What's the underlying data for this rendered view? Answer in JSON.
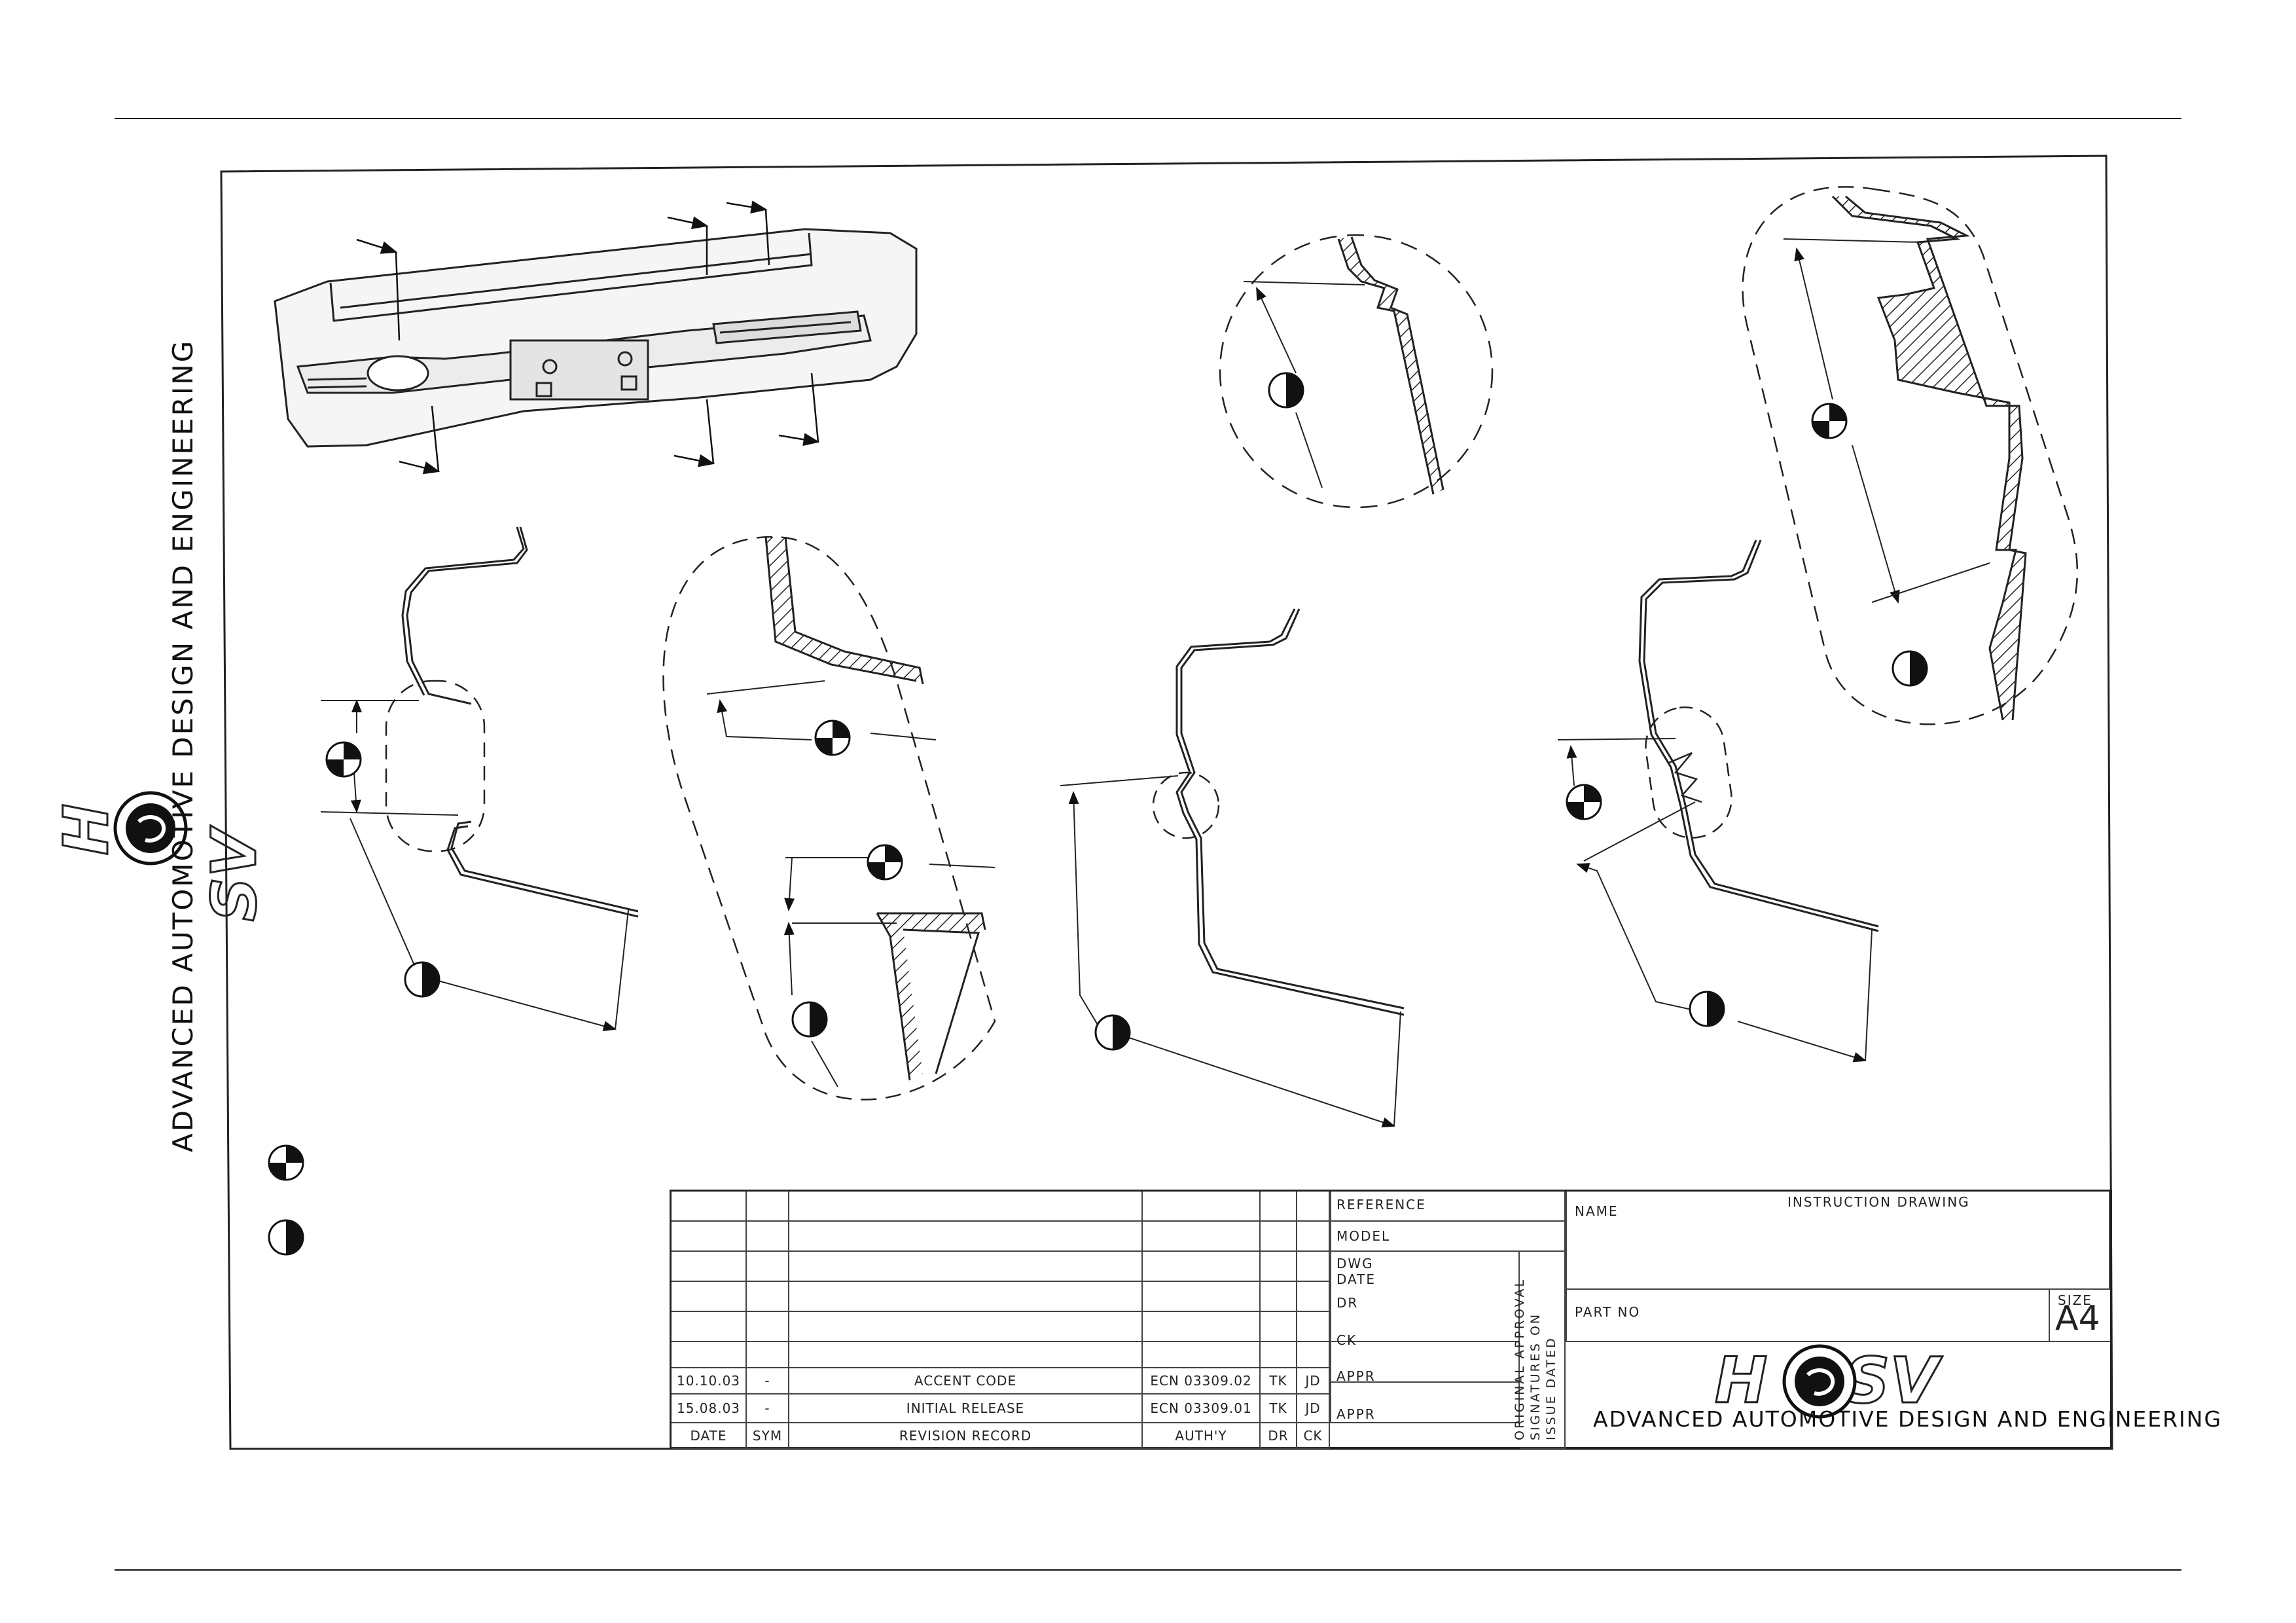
{
  "company": "ADVANCED AUTOMOTIVE DESIGN AND ENGINEERING",
  "logo_text": "HSV",
  "title_block": {
    "reference_label": "REFERENCE",
    "model_label": "MODEL",
    "dwg_label": "DWG",
    "date_label": "DATE",
    "dr_label": "DR",
    "ck_label": "CK",
    "appr_label_1": "APPR",
    "appr_label_2": "APPR",
    "approval_note": "ORIGINAL APPROVAL\nSIGNATURES ON\nISSUE DATED",
    "name_label": "NAME",
    "name_value": "INSTRUCTION DRAWING",
    "part_no_label": "PART NO",
    "size_label": "SIZE",
    "size_value": "A4"
  },
  "revisions": {
    "rows": [
      {
        "date": "10.10.03",
        "sym": "-",
        "record": "ACCENT CODE",
        "auth": "ECN 03309.02",
        "dr": "TK",
        "ck": "JD"
      },
      {
        "date": "15.08.03",
        "sym": "-",
        "record": "INITIAL RELEASE",
        "auth": "ECN 03309.01",
        "dr": "TK",
        "ck": "JD"
      }
    ],
    "header": {
      "date": "DATE",
      "sym": "SYM",
      "record": "REVISION RECORD",
      "auth": "AUTH'Y",
      "dr": "DR",
      "ck": "CK"
    }
  }
}
